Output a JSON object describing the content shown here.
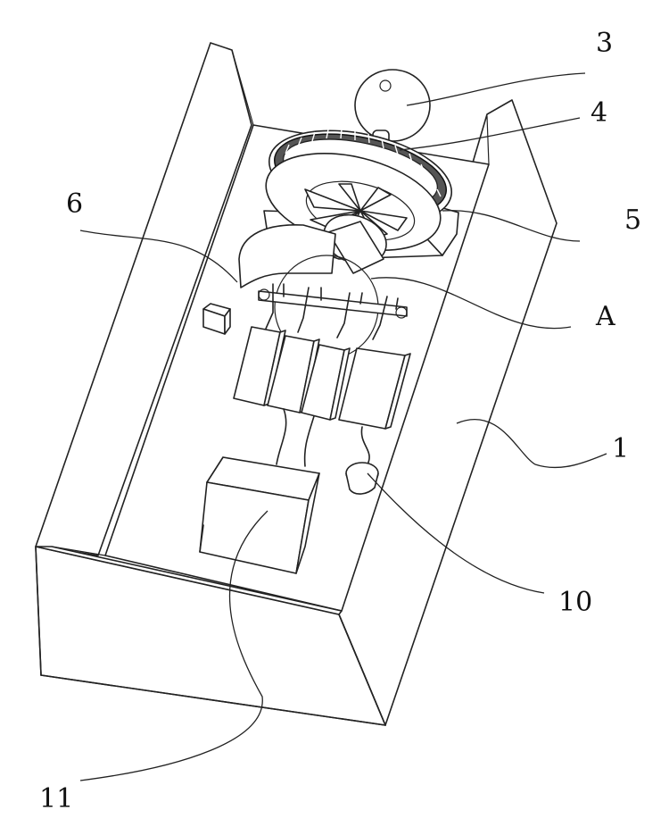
{
  "labels": {
    "l3": "3",
    "l4": "4",
    "l5": "5",
    "l6": "6",
    "lA": "A",
    "l1": "1",
    "l10": "10",
    "l11": "11"
  }
}
